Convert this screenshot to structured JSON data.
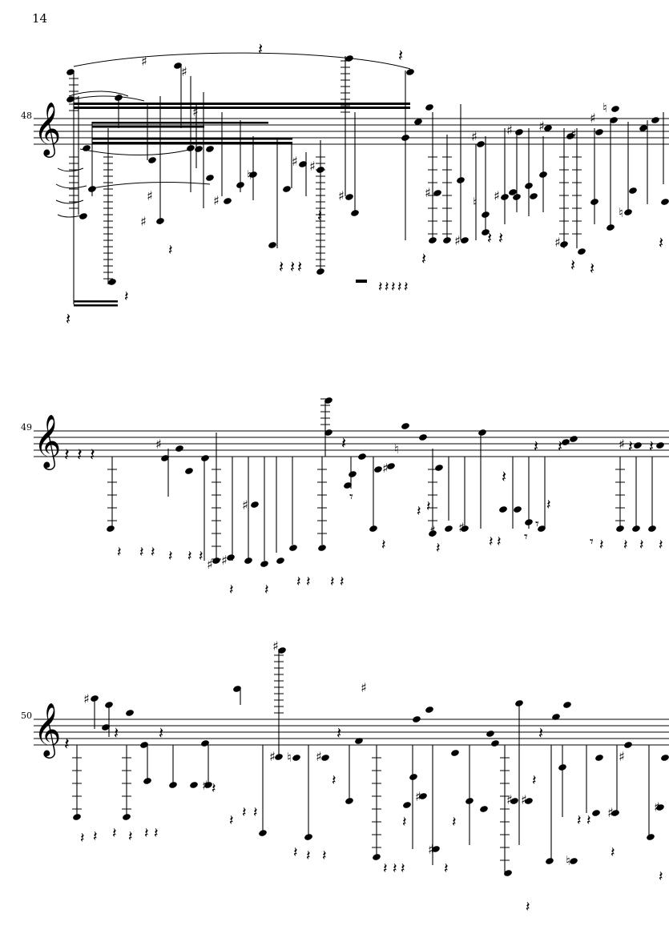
{
  "page": {
    "number": "14"
  },
  "systems": [
    {
      "measure": "48"
    },
    {
      "measure": "49"
    },
    {
      "measure": "50"
    }
  ],
  "glyphs": {
    "clef": "𝄞",
    "sharp": "♯",
    "natural": "♮",
    "rest": "𝄽",
    "eighth_rest": "𝄾"
  }
}
